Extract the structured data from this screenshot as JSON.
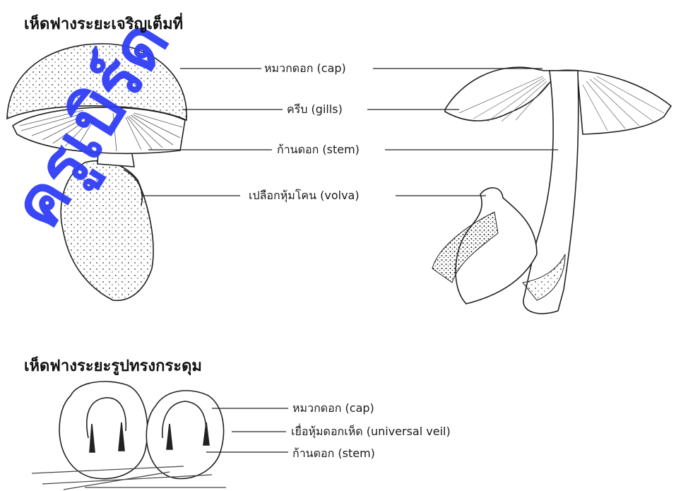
{
  "section_mature": {
    "title": "เห็ดฟางระยะเจริญเต็มที่",
    "labels": {
      "cap": "หมวกดอก (cap)",
      "gills": "ครีบ (gills)",
      "stem": "ก้านดอก (stem)",
      "volva": "เปลือกหุ้มโคน (volva)"
    }
  },
  "section_button": {
    "title": "เห็ดฟางระยะรูปทรงกระดุม",
    "labels": {
      "cap": "หมวกดอก (cap)",
      "universal_veil": "เยื่อหุ้มดอกเห็ด (universal veil)",
      "stem": "ก้านดอก (stem)"
    }
  },
  "watermark": {
    "text": "ครูเบิร์ด",
    "color": "#2f3df5"
  }
}
